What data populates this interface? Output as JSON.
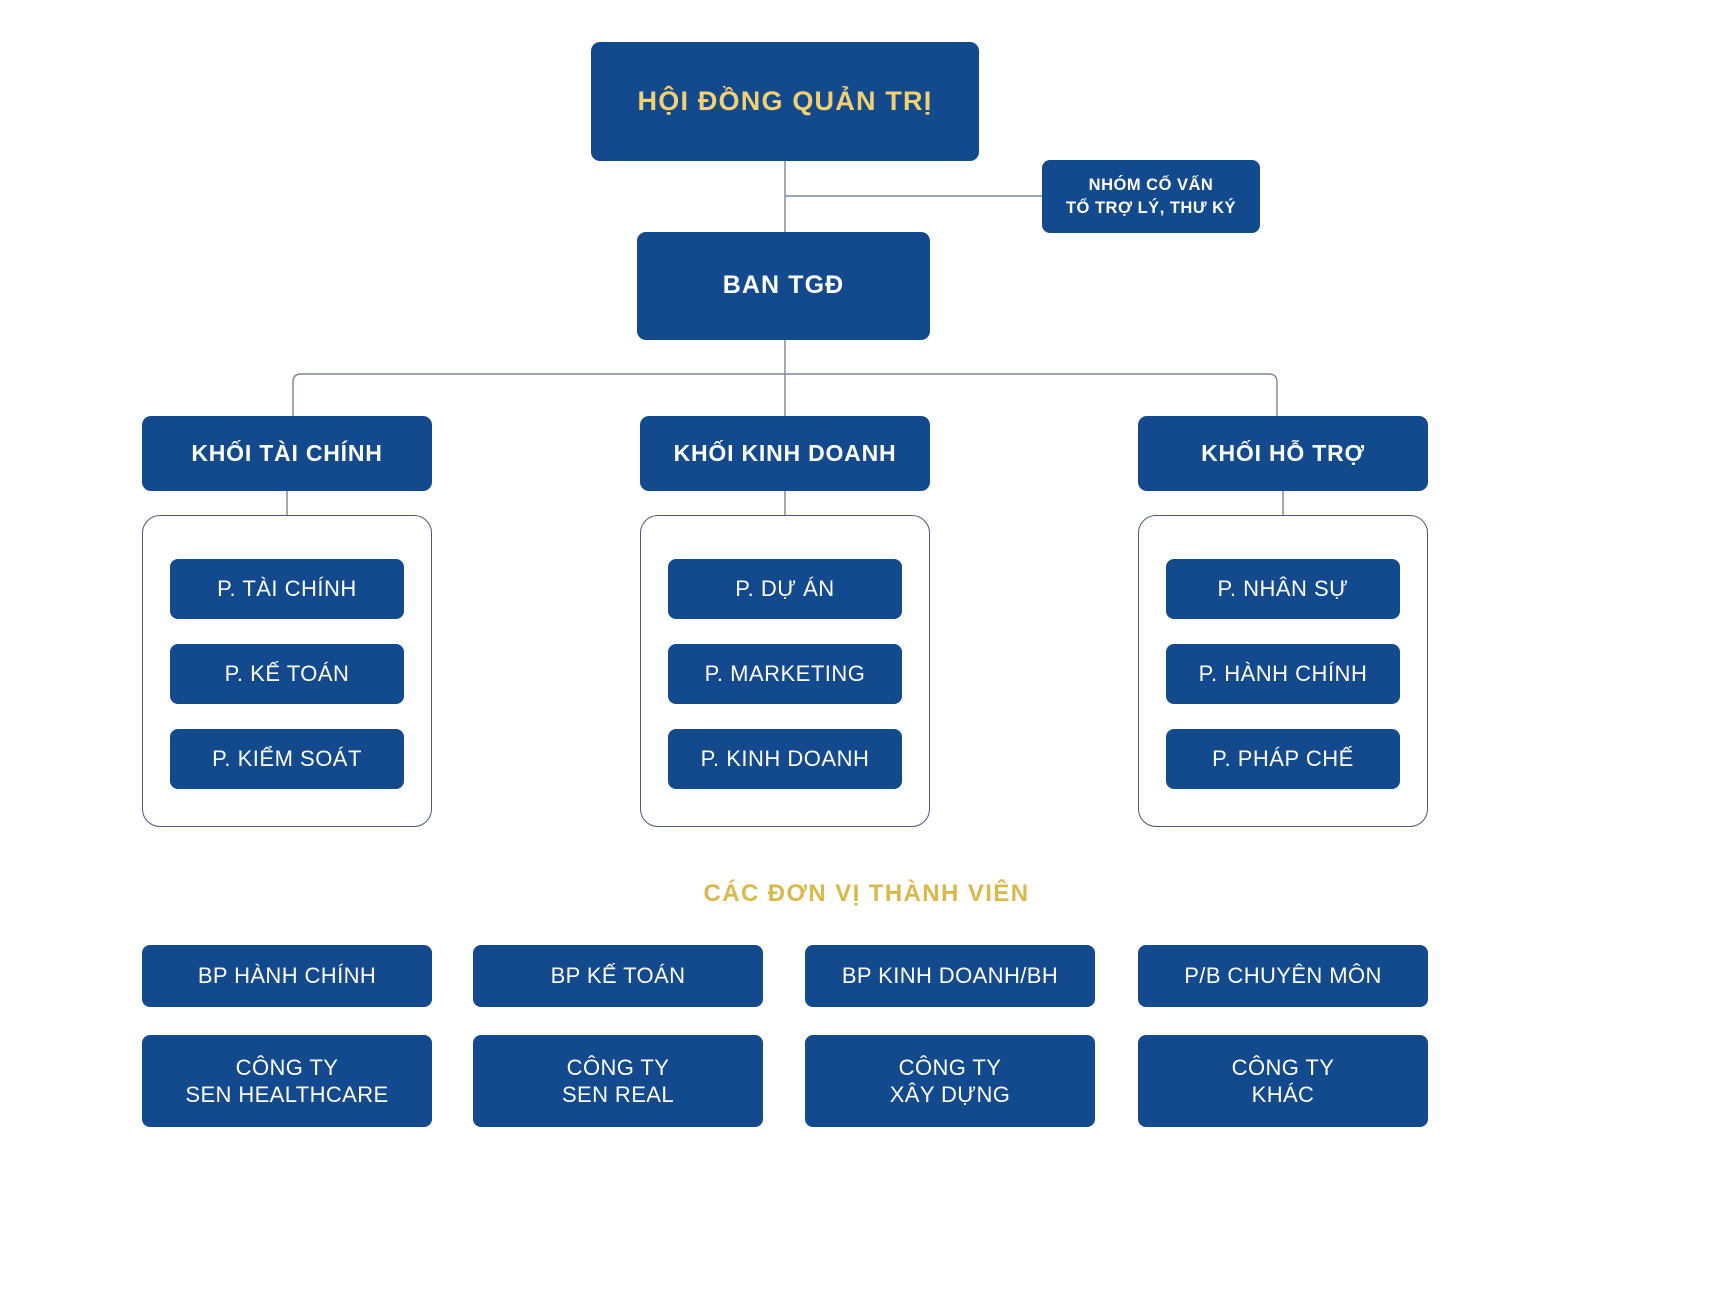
{
  "colors": {
    "node_fill": "#134A8E",
    "node_text": "#FFFFFF",
    "accent_gold": "#F3D070",
    "title_gold": "#D9B949",
    "connector": "#7A8699",
    "group_border": "#4A5A78",
    "background": "#FFFFFF"
  },
  "board": {
    "label": "HỘI ĐỒNG QUẢN TRỊ"
  },
  "advisory": {
    "label": "NHÓM CỐ VẤN\nTỔ TRỢ LÝ, THƯ KÝ"
  },
  "executive": {
    "label": "BAN TGĐ"
  },
  "divisions": [
    {
      "label": "KHỐI TÀI CHÍNH",
      "departments": [
        {
          "label": "P. TÀI CHÍNH"
        },
        {
          "label": "P. KẾ TOÁN"
        },
        {
          "label": "P. KIỂM SOÁT"
        }
      ]
    },
    {
      "label": "KHỐI KINH DOANH",
      "departments": [
        {
          "label": "P. DỰ ÁN"
        },
        {
          "label": "P. MARKETING"
        },
        {
          "label": "P. KINH DOANH"
        }
      ]
    },
    {
      "label": "KHỐI HỖ TRỢ",
      "departments": [
        {
          "label": "P. NHÂN SỰ"
        },
        {
          "label": "P. HÀNH CHÍNH"
        },
        {
          "label": "P. PHÁP CHẾ"
        }
      ]
    }
  ],
  "members": {
    "title": "CÁC ĐƠN VỊ THÀNH VIÊN",
    "units": [
      {
        "label": "BP HÀNH CHÍNH"
      },
      {
        "label": "BP KẾ TOÁN"
      },
      {
        "label": "BP KINH DOANH/BH"
      },
      {
        "label": "P/B CHUYÊN MÔN"
      }
    ],
    "companies": [
      {
        "label": "CÔNG TY\nSEN HEALTHCARE"
      },
      {
        "label": "CÔNG TY\nSEN REAL"
      },
      {
        "label": "CÔNG TY\nXÂY DỰNG"
      },
      {
        "label": "CÔNG TY\nKHÁC"
      }
    ]
  }
}
